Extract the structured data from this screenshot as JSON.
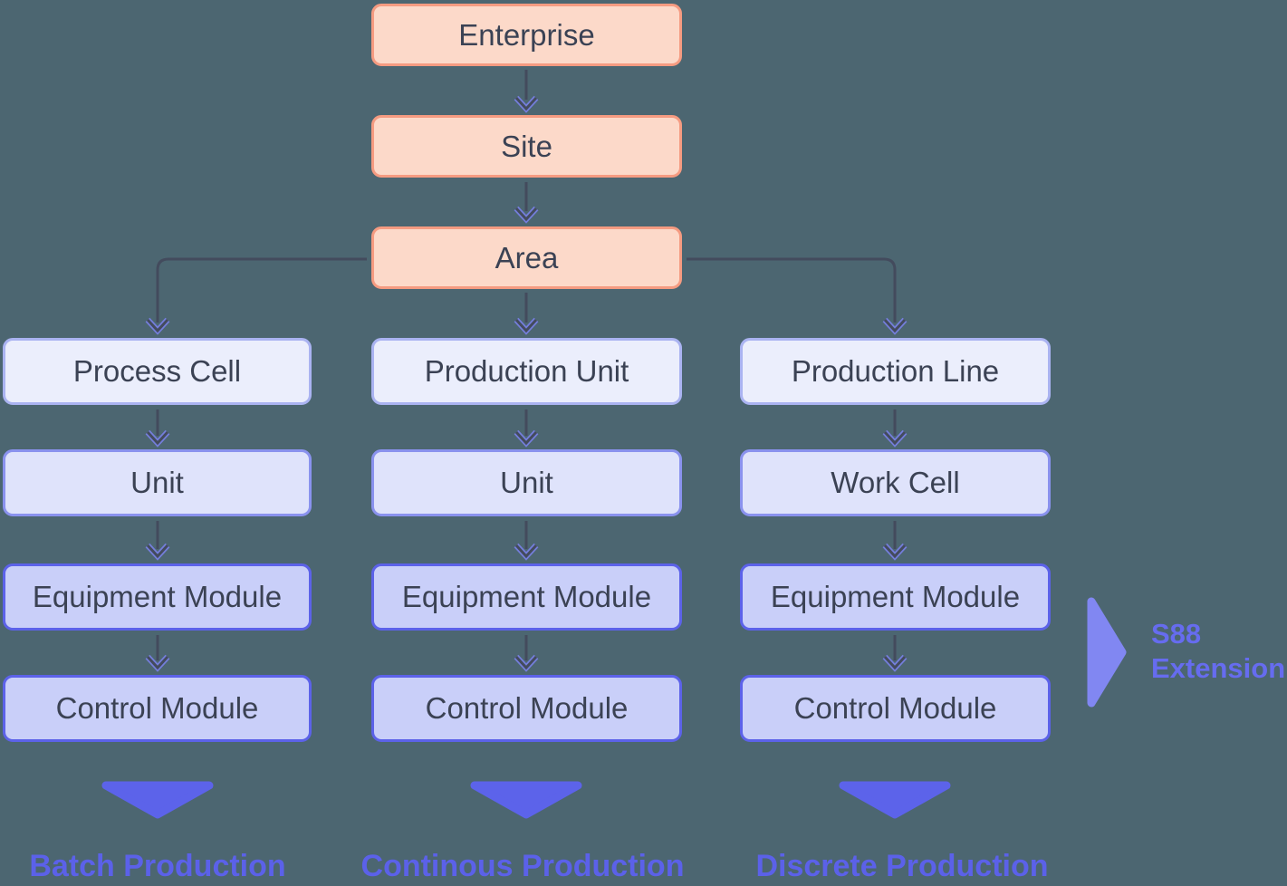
{
  "diagram": {
    "root": [
      {
        "label": "Enterprise"
      },
      {
        "label": "Site"
      },
      {
        "label": "Area"
      }
    ],
    "columns": [
      {
        "levels": [
          {
            "label": "Process Cell"
          },
          {
            "label": "Unit"
          },
          {
            "label": "Equipment Module"
          },
          {
            "label": "Control Module"
          }
        ],
        "production_type": "Batch Production"
      },
      {
        "levels": [
          {
            "label": "Production Unit"
          },
          {
            "label": "Unit"
          },
          {
            "label": "Equipment Module"
          },
          {
            "label": "Control Module"
          }
        ],
        "production_type": "Continous Production"
      },
      {
        "levels": [
          {
            "label": "Production Line"
          },
          {
            "label": "Work Cell"
          },
          {
            "label": "Equipment Module"
          },
          {
            "label": "Control Module"
          }
        ],
        "production_type": "Discrete Production"
      }
    ],
    "annotation": {
      "line1": "S88",
      "line2": "Extension"
    }
  },
  "colors": {
    "background": "#4c6671",
    "root_fill": "#fcd9c9",
    "root_border": "#f59b81",
    "level1_fill": "#ebeefc",
    "level1_border": "#aab3f1",
    "level2_fill": "#dfe3fb",
    "level2_border": "#8a92ee",
    "level34_fill": "#c9cff9",
    "level34_border": "#5c62e9",
    "node_text": "#3b4254",
    "connector": "#434b5d",
    "production_arrow": "#5c63ea",
    "production_label": "#5b61e9",
    "extension_arrow": "#8187f2",
    "extension_text": "#666cef"
  }
}
